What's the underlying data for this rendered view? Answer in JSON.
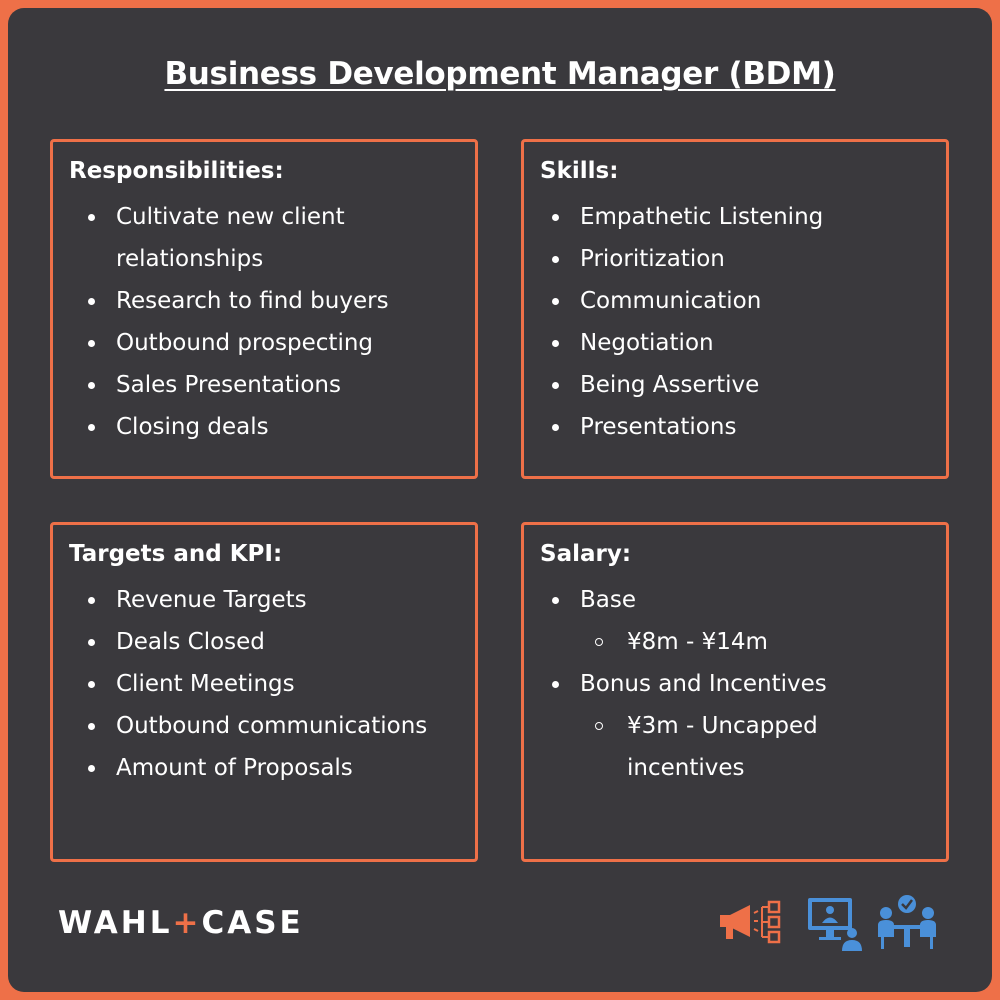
{
  "title": "Business Development Manager (BDM)",
  "cards": {
    "responsibilities": {
      "heading": "Responsibilities:",
      "items": [
        "Cultivate new client relationships",
        "Research to find buyers",
        "Outbound prospecting",
        "Sales Presentations",
        "Closing deals"
      ]
    },
    "skills": {
      "heading": "Skills:",
      "items": [
        "Empathetic Listening",
        "Prioritization",
        "Communication",
        "Negotiation",
        "Being Assertive",
        "Presentations"
      ]
    },
    "targets": {
      "heading": "Targets and KPI:",
      "items": [
        "Revenue Targets",
        "Deals Closed",
        "Client Meetings",
        "Outbound communications",
        "Amount of Proposals"
      ]
    },
    "salary": {
      "heading": "Salary:",
      "base_label": "Base",
      "base_range": "¥8m - ¥14m",
      "bonus_label": "Bonus and Incentives",
      "bonus_range": "¥3m - Uncapped incentives"
    }
  },
  "brand": {
    "left": "WAHL",
    "plus": "+",
    "right": "CASE"
  },
  "colors": {
    "accent": "#EE7048",
    "background": "#3A393D",
    "text": "#FFFFFF",
    "icon_blue": "#4A90D9"
  },
  "icons": [
    "megaphone-network-icon",
    "presenter-monitor-icon",
    "meeting-checkmark-icon"
  ]
}
